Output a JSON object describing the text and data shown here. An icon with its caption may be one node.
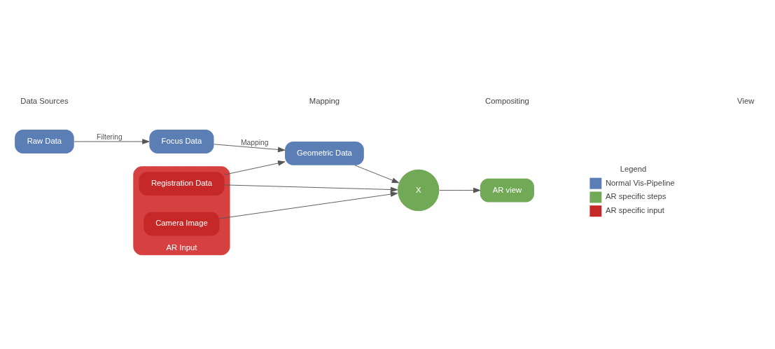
{
  "diagram": {
    "nodes": [
      {
        "text": [
          "Raw Data"
        ]
      },
      {
        "text": [
          "Focus Data"
        ]
      },
      {
        "text": [
          "Geometric Data"
        ]
      },
      {
        "text": [
          "AR Input"
        ]
      },
      {
        "text": [
          "Registration Data"
        ],
        "in": 3
      },
      {
        "text": [
          "Camera Image"
        ],
        "in": 3
      },
      {
        "text": [
          "X"
        ]
      },
      {
        "text": [
          "AR view"
        ]
      }
    ],
    "edges": [
      {
        "from": 0,
        "to": 1,
        "arrow": "to",
        "label": "Filtering"
      },
      {
        "from": 1,
        "to": 2,
        "arrow": "to",
        "label": "Mapping"
      },
      {
        "from": 4,
        "to": 2,
        "arrow": "to"
      },
      {
        "from": 2,
        "to": 6,
        "arrow": "to"
      },
      {
        "from": 4,
        "to": 6,
        "arrow": "to"
      },
      {
        "from": 5,
        "to": 6,
        "arrow": "to"
      },
      {
        "from": 6,
        "to": 7,
        "arrow": "to"
      }
    ],
    "labels": [
      "Legend",
      "Data Sources",
      "Mapping",
      "Compositing",
      "View"
    ],
    "legend": [
      {
        "text": "Normal Vis-Pipeline",
        "color": "#5b7fb5"
      },
      {
        "text": "AR specific steps",
        "color": "#72a956"
      },
      {
        "text": "AR specific input",
        "color": "#c62828"
      }
    ]
  }
}
